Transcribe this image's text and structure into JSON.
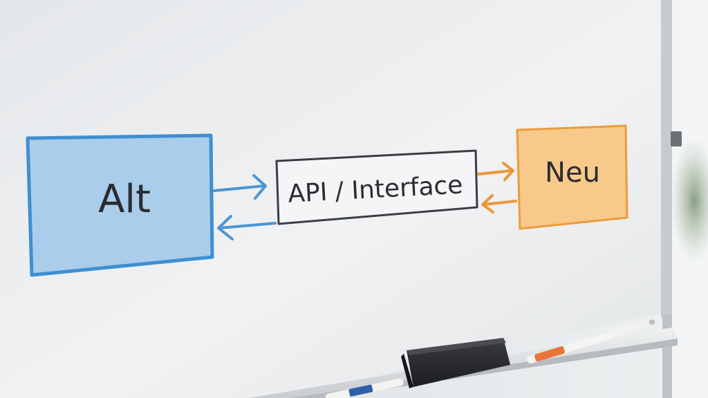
{
  "diagram": {
    "boxes": [
      {
        "id": "alt",
        "label": "Alt"
      },
      {
        "id": "api",
        "label": "API / Interface"
      },
      {
        "id": "neu",
        "label": "Neu"
      }
    ],
    "connections": [
      {
        "from": "alt",
        "to": "api",
        "direction": "right"
      },
      {
        "from": "api",
        "to": "alt",
        "direction": "left"
      },
      {
        "from": "api",
        "to": "neu",
        "direction": "right"
      },
      {
        "from": "neu",
        "to": "api",
        "direction": "left"
      }
    ]
  },
  "colors": {
    "alt_fill": "#a9cdea",
    "alt_border": "#3f8fd0",
    "api_fill": "#f4f5f6",
    "api_border": "#3a3d44",
    "neu_fill": "#f7c98a",
    "neu_border": "#ec9b3c",
    "blue_arrow": "#4b95d3",
    "orange_arrow": "#ea973a",
    "whiteboard": "#eceef0",
    "background": "#d9dde0"
  }
}
